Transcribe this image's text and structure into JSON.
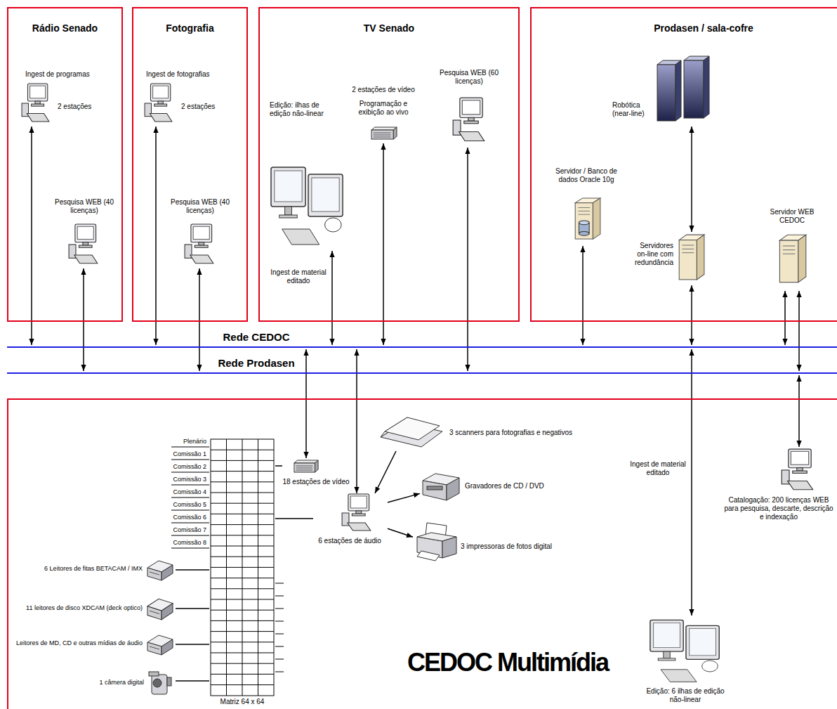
{
  "diagram": {
    "nodes": [
      {
        "text": [
          "Rádio Senado"
        ]
      },
      {
        "text": [
          "Ingest de programas",
          "2 estações"
        ],
        "in": 0
      },
      {
        "text": [
          "Pesquisa WEB (40 licenças)"
        ],
        "in": 0
      },
      {
        "text": [
          "Fotografia"
        ]
      },
      {
        "text": [
          "Ingest de fotografias",
          "2 estações"
        ],
        "in": 3
      },
      {
        "text": [
          "Pesquisa WEB (40 licenças)"
        ],
        "in": 3
      },
      {
        "text": [
          "TV Senado"
        ]
      },
      {
        "text": [
          "Edição: ilhas de edição não-linear"
        ],
        "in": 6
      },
      {
        "text": [
          "2 estações de vídeo",
          "Programação e exibição ao vivo"
        ],
        "in": 6
      },
      {
        "text": [
          "Pesquisa WEB (60 licenças)"
        ],
        "in": 6
      },
      {
        "text": [
          "Prodasen / sala-cofre"
        ]
      },
      {
        "text": [
          "Robótica (near-line)"
        ],
        "in": 10
      },
      {
        "text": [
          "Servidor / Banco de dados Oracle 10g"
        ],
        "in": 10
      },
      {
        "text": [
          "Servidores on-line com redundância"
        ],
        "in": 10
      },
      {
        "text": [
          "Servidor WEB CEDOC"
        ],
        "in": 10
      },
      {
        "text": [
          "Rede CEDOC"
        ]
      },
      {
        "text": [
          "Rede Prodasen"
        ]
      },
      {
        "text": [
          "CEDOC Multimídia"
        ]
      },
      {
        "text": [
          "Matriz 64 x 64"
        ],
        "in": 17
      },
      {
        "text": [
          "18 estações de vídeo"
        ],
        "in": 17
      },
      {
        "text": [
          "6 estações de áudio"
        ],
        "in": 17
      },
      {
        "text": [
          "3 scanners para fotografias e negativos"
        ],
        "in": 17
      },
      {
        "text": [
          "Gravadores de CD / DVD"
        ],
        "in": 17
      },
      {
        "text": [
          "3 impressoras de fotos digital"
        ],
        "in": 17
      },
      {
        "text": [
          "6 Leitores de fitas BETACAM / IMX"
        ],
        "in": 17
      },
      {
        "text": [
          "11 leitores de disco XDCAM (deck optico)"
        ],
        "in": 17
      },
      {
        "text": [
          "Leitores de MD, CD e outras mídias de áudio"
        ],
        "in": 17
      },
      {
        "text": [
          "1 câmera digital"
        ],
        "in": 17
      },
      {
        "text": [
          "Edição: 6 ilhas de edição não-linear"
        ],
        "in": 17
      },
      {
        "text": [
          "Catalogação: 200 licenças WEB para pesquisa, descarte, descrição e indexação"
        ],
        "in": 17
      }
    ],
    "edges": [
      {
        "from": 1,
        "to": 15,
        "arrow": "both"
      },
      {
        "from": 2,
        "to": 16,
        "arrow": "both"
      },
      {
        "from": 4,
        "to": 15,
        "arrow": "both"
      },
      {
        "from": 5,
        "to": 16,
        "arrow": "both"
      },
      {
        "from": 7,
        "to": 15,
        "arrow": "both",
        "label": "Ingest de material editado"
      },
      {
        "from": 8,
        "to": 15,
        "arrow": "both"
      },
      {
        "from": 9,
        "to": 16,
        "arrow": "both"
      },
      {
        "from": 11,
        "to": 13,
        "arrow": "both"
      },
      {
        "from": 12,
        "to": 15,
        "arrow": "both"
      },
      {
        "from": 13,
        "to": 15,
        "arrow": "both"
      },
      {
        "from": 14,
        "to": 15,
        "arrow": "both"
      },
      {
        "from": 14,
        "to": 16,
        "arrow": "both"
      },
      {
        "from": 29,
        "to": 16,
        "arrow": "both"
      },
      {
        "from": 19,
        "to": 15,
        "arrow": "both"
      },
      {
        "from": 20,
        "to": 15,
        "arrow": "both"
      },
      {
        "from": 21,
        "to": 20,
        "arrow": "to"
      },
      {
        "from": 20,
        "to": 22,
        "arrow": "to"
      },
      {
        "from": 20,
        "to": 23,
        "arrow": "to"
      },
      {
        "from": 18,
        "to": 19,
        "arrow": "none"
      },
      {
        "from": 18,
        "to": 20,
        "arrow": "none"
      },
      {
        "from": 24,
        "to": 18,
        "arrow": "none"
      },
      {
        "from": 25,
        "to": 18,
        "arrow": "none"
      },
      {
        "from": 26,
        "to": 18,
        "arrow": "none"
      },
      {
        "from": 27,
        "to": 18,
        "arrow": "none"
      },
      {
        "from": 28,
        "to": 15,
        "arrow": "both",
        "label": "Ingest de material editado"
      }
    ],
    "labels": [
      "Plenário",
      "Comissão 1",
      "Comissão 2",
      "Comissão 3",
      "Comissão 4",
      "Comissão 5",
      "Comissão 6",
      "Comissão 7",
      "Comissão 8"
    ]
  }
}
